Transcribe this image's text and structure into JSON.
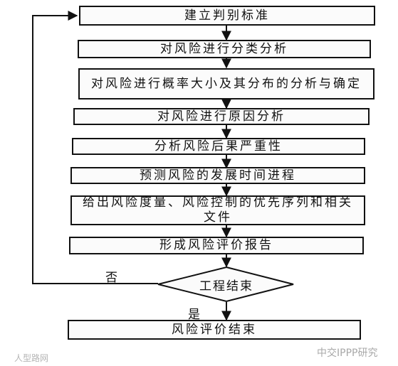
{
  "steps": [
    "建立判别标准",
    "对风险进行分类分析",
    "对风险进行概率大小及其分布的分析与确定",
    "对风险进行原因分析",
    "分析风险后果严重性",
    "预测风险的发展时间进程",
    "给出风险度量、风险控制的优先序列和相关文件",
    "形成风险评价报告"
  ],
  "decision": "工程结束",
  "yes_label": "是",
  "no_label": "否",
  "end": "风险评价结束",
  "watermark_left": "人型路网",
  "watermark_right": "中交IPPP研究"
}
